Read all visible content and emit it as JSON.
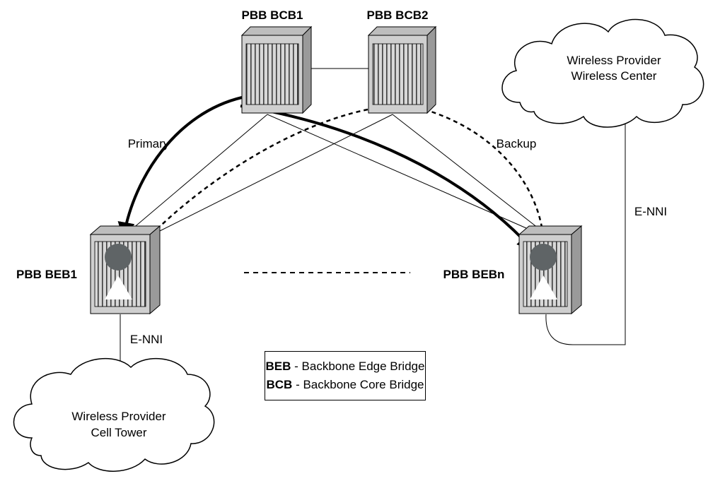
{
  "nodes": {
    "bcb1": "PBB BCB1",
    "bcb2": "PBB BCB2",
    "beb1": "PBB BEB1",
    "bebn": "PBB BEBn"
  },
  "paths": {
    "primary": "Primary",
    "backup": "Backup"
  },
  "links": {
    "enni_left": "E-NNI",
    "enni_right": "E-NNI"
  },
  "clouds": {
    "center_line1": "Wireless Provider",
    "center_line2": "Wireless Center",
    "tower_line1": "Wireless Provider",
    "tower_line2": "Cell Tower"
  },
  "legend": {
    "beb_abbr": "BEB",
    "beb_text": " - Backbone Edge Bridge",
    "bcb_abbr": "BCB",
    "bcb_text": " - Backbone Core Bridge"
  },
  "colors": {
    "device_fill": "#cfcfcf",
    "device_stripe": "#4a4a4a",
    "circle": "#5f6466",
    "triangle": "#ffffff"
  }
}
